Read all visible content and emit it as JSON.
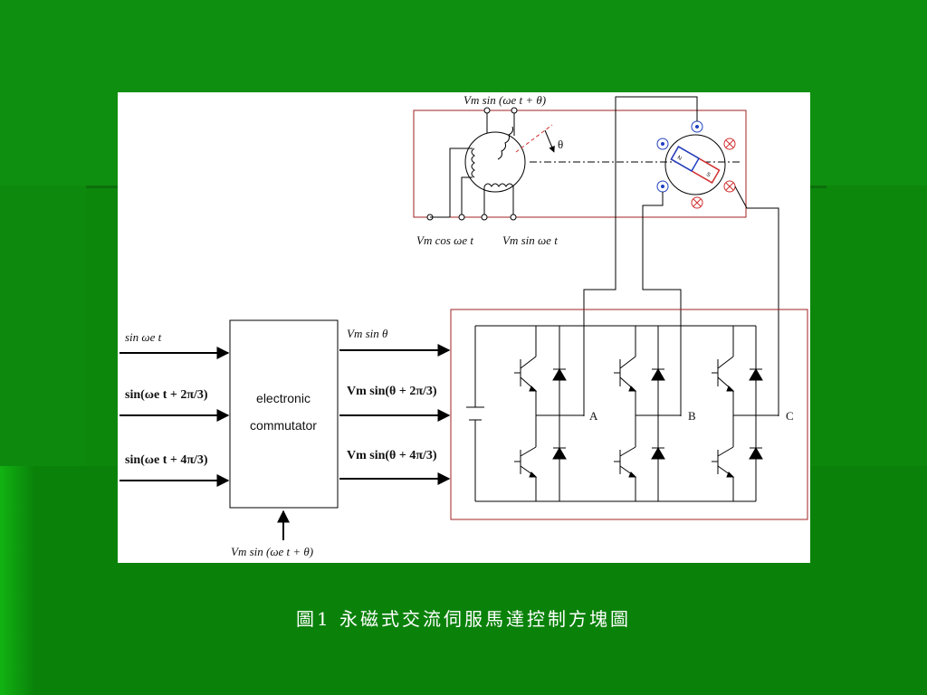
{
  "caption": "圖1  永磁式交流伺服馬達控制方塊圖",
  "diagram": {
    "resolver_top_label": "Vm sin (ωe t + θ)",
    "theta_label": "θ",
    "resolver_bottom_left": "Vm cos ωe t",
    "resolver_bottom_right": "Vm sin ωe t",
    "input_1": "sin ωe t",
    "input_2": "sin(ωe t + 2π/3)",
    "input_3": "sin(ωe t + 4π/3)",
    "commutator_line1": "electronic",
    "commutator_line2": "commutator",
    "commutator_bottom_input": "Vm sin (ωe t + θ)",
    "output_1": "Vm sin θ",
    "output_2": "Vm sin(θ + 2π/3)",
    "output_3": "Vm sin(θ + 4π/3)",
    "phase_a": "A",
    "phase_b": "B",
    "phase_c": "C",
    "magnet_n": "N",
    "magnet_s": "S"
  },
  "colors": {
    "background_green": "#0d8a0d",
    "frame_red": "#a02020",
    "dot_blue": "#2040c0",
    "cross_red": "#d03030"
  }
}
